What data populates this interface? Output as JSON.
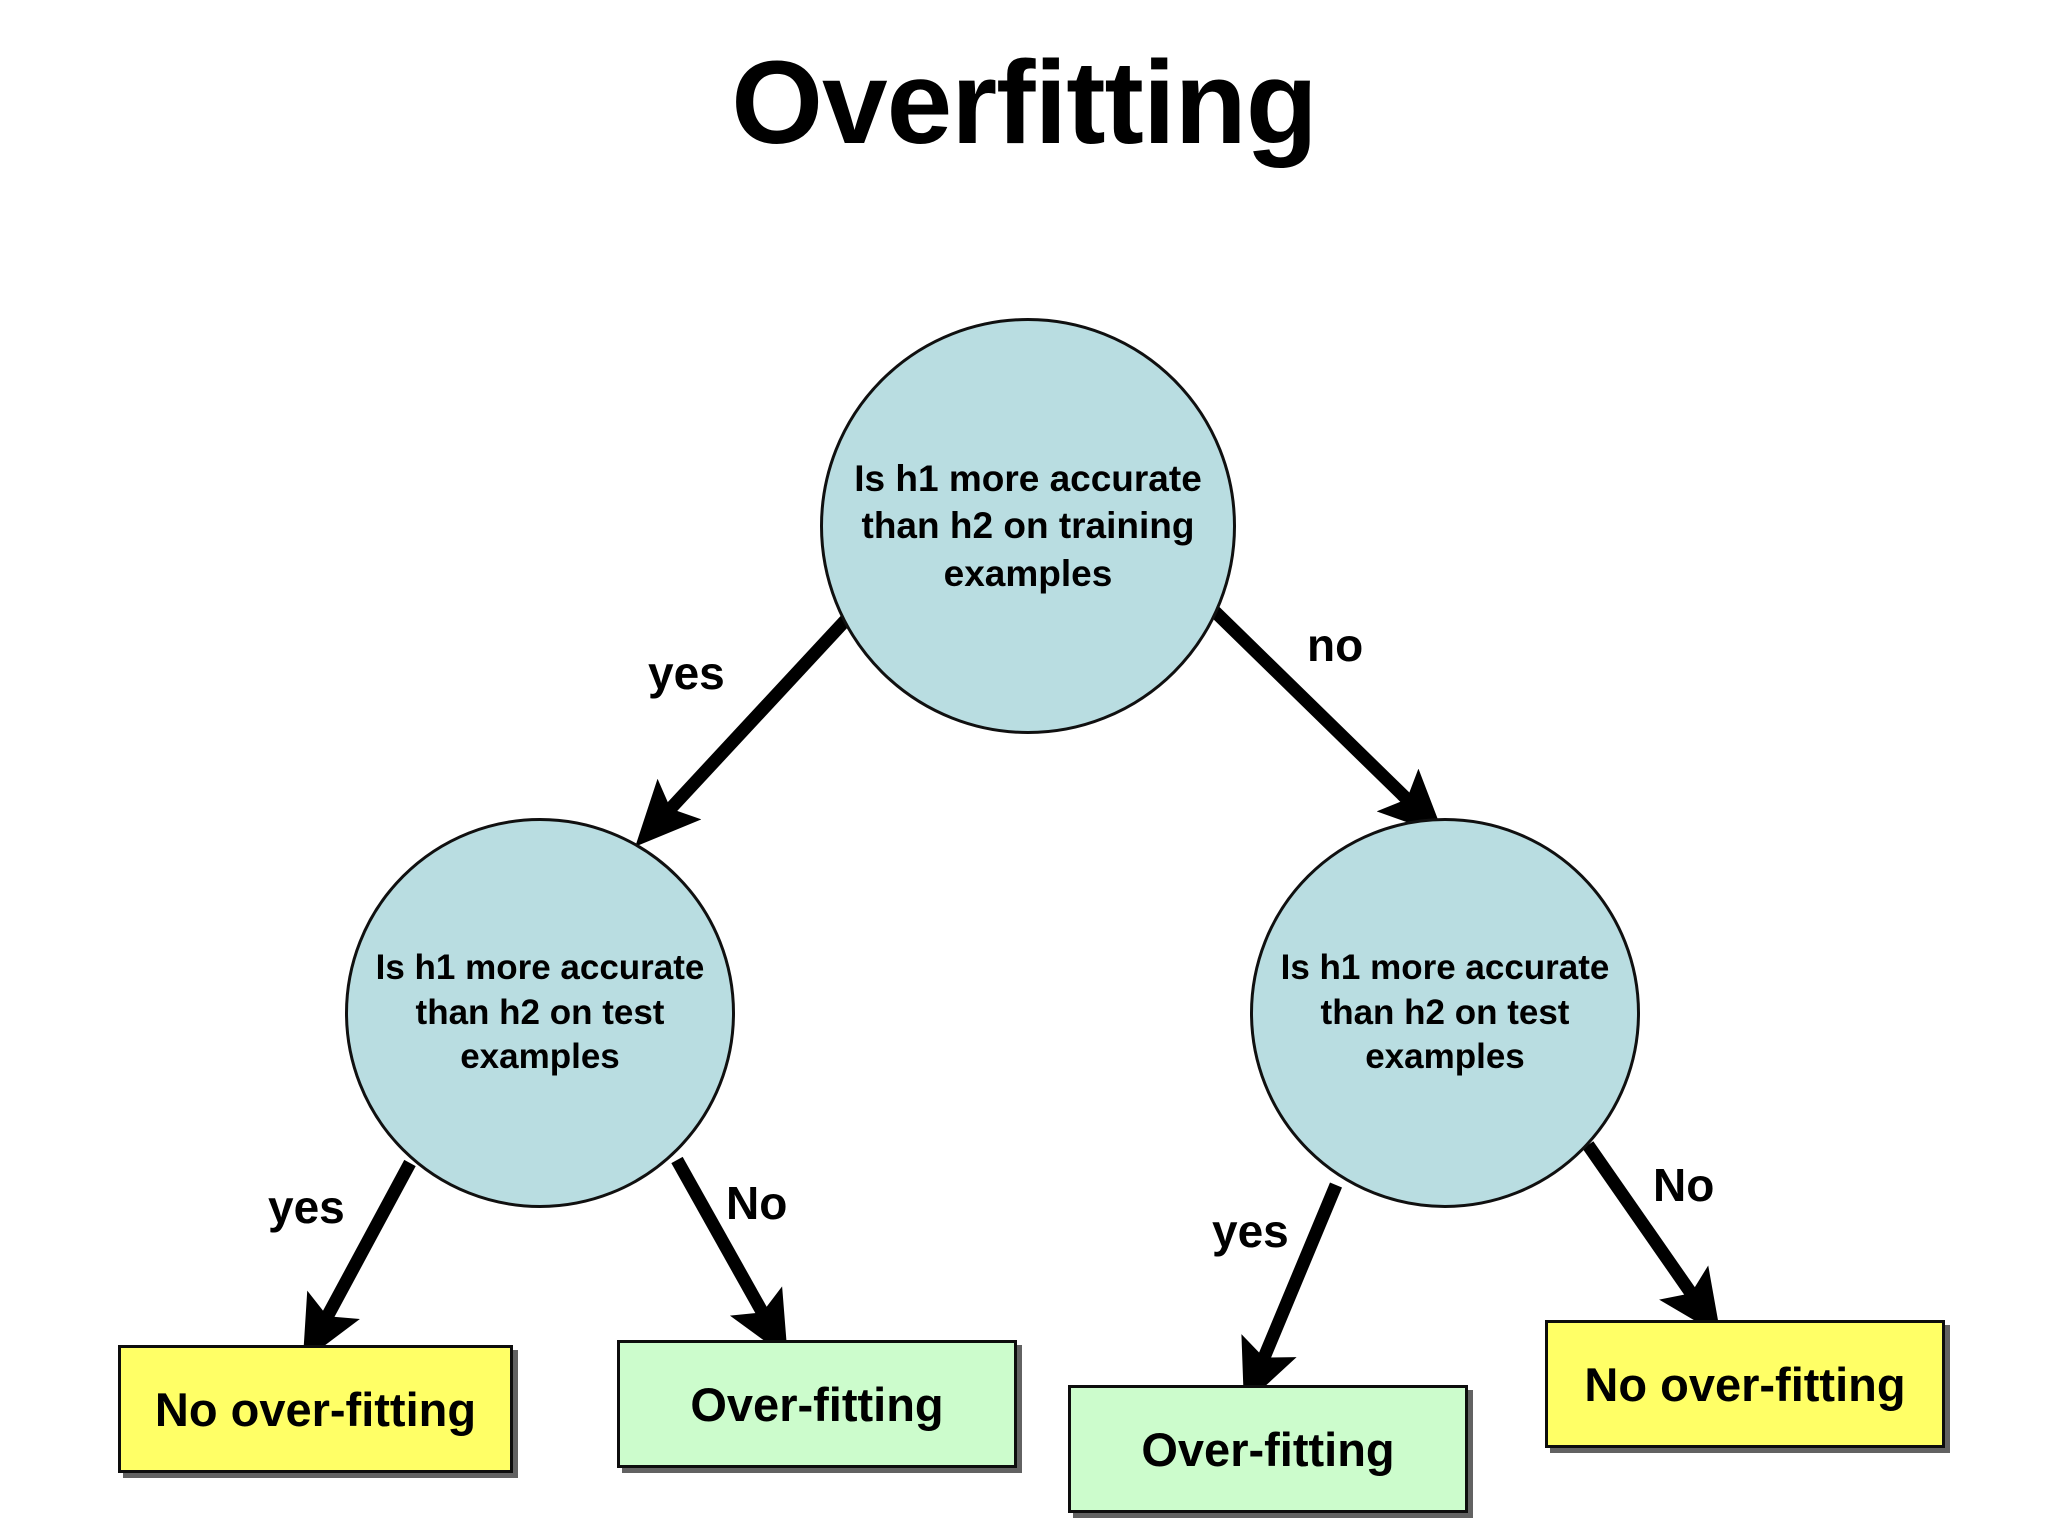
{
  "title": "Overfitting",
  "colors": {
    "background": "#ffffff",
    "node_fill": "#b9dde1",
    "node_border": "#101010",
    "leaf_yellow": "#ffff66",
    "leaf_green": "#ccfccc",
    "text": "#000000",
    "edge": "#000000"
  },
  "nodes": {
    "root": {
      "text": "Is h1 more accurate\nthan h2 on training\nexamples",
      "shape": "circle",
      "fill": "#b9dde1"
    },
    "left": {
      "text": "Is h1 more accurate\nthan h2 on test\nexamples",
      "shape": "circle",
      "fill": "#b9dde1"
    },
    "right": {
      "text": "Is h1 more accurate\nthan h2 on test\nexamples",
      "shape": "circle",
      "fill": "#b9dde1"
    }
  },
  "leaves": [
    {
      "id": "leaf-1",
      "text": "No over-fitting",
      "fill": "#ffff66"
    },
    {
      "id": "leaf-2",
      "text": "Over-fitting",
      "fill": "#ccfccc"
    },
    {
      "id": "leaf-3",
      "text": "Over-fitting",
      "fill": "#ccfccc"
    },
    {
      "id": "leaf-4",
      "text": "No over-fitting",
      "fill": "#ffff66"
    }
  ],
  "edges": {
    "root_yes": "yes",
    "root_no": "no",
    "left_yes": "yes",
    "left_no": "No",
    "right_yes": "yes",
    "right_no": "No"
  },
  "diagram_data": {
    "type": "decision-tree",
    "title": "Overfitting",
    "structure": [
      {
        "node": "root",
        "question": "Is h1 more accurate than h2 on training examples",
        "branches": [
          {
            "label": "yes",
            "target": "left"
          },
          {
            "label": "no",
            "target": "right"
          }
        ]
      },
      {
        "node": "left",
        "question": "Is h1 more accurate than h2 on test examples",
        "branches": [
          {
            "label": "yes",
            "target": "leaf-1",
            "outcome": "No over-fitting"
          },
          {
            "label": "No",
            "target": "leaf-2",
            "outcome": "Over-fitting"
          }
        ]
      },
      {
        "node": "right",
        "question": "Is h1 more accurate than h2 on test examples",
        "branches": [
          {
            "label": "yes",
            "target": "leaf-3",
            "outcome": "Over-fitting"
          },
          {
            "label": "No",
            "target": "leaf-4",
            "outcome": "No over-fitting"
          }
        ]
      }
    ]
  }
}
